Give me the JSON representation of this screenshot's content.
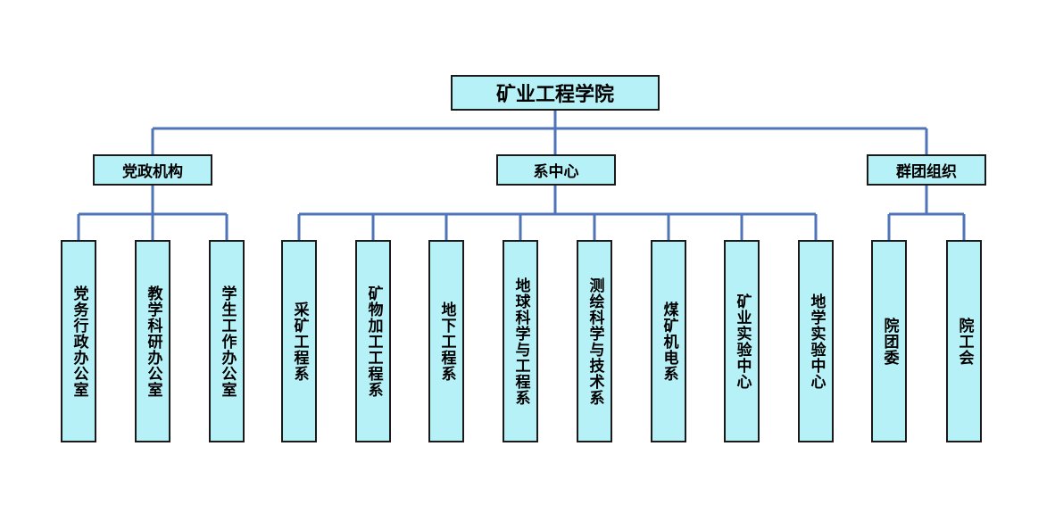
{
  "root": "矿业工程学院",
  "groups": [
    {
      "name": "党政机构",
      "children": [
        "党务行政办公室",
        "教学科研办公室",
        "学生工作办公室"
      ]
    },
    {
      "name": "系中心",
      "children": [
        "采矿工程系",
        "矿物加工工程系",
        "地下工程系",
        "地球科学与工程系",
        "测绘科学与技术系",
        "煤矿机电系",
        "矿业实验中心",
        "地学实验中心"
      ]
    },
    {
      "name": "群团组织",
      "children": [
        "院团委",
        "院工会"
      ]
    }
  ],
  "colors": {
    "box_fill": "#b6f1f8",
    "box_border": "#1a1a1a",
    "connector": "#4f74b8"
  }
}
